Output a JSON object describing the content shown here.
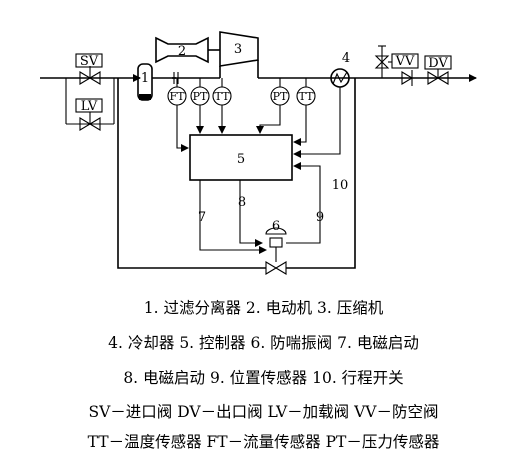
{
  "diagram": {
    "numbers": {
      "n1": "1",
      "n2": "2",
      "n3": "3",
      "n4": "4",
      "n5": "5",
      "n6": "6",
      "n7": "7",
      "n8": "8",
      "n9": "9",
      "n10": "10"
    },
    "valves": {
      "sv": "SV",
      "lv": "LV",
      "vv": "VV",
      "dv": "DV"
    },
    "sensors": {
      "ft": "FT",
      "pt1": "PT",
      "tt1": "TT",
      "pt2": "PT",
      "tt2": "TT"
    }
  },
  "legend": {
    "line1": "1. 过滤分离器   2. 电动机   3. 压缩机",
    "line2": "4. 冷却器   5. 控制器   6. 防喘振阀   7. 电磁启动",
    "line3": "8. 电磁启动   9. 位置传感器   10. 行程开关",
    "line4": "SV－进口阀   DV－出口阀   LV－加载阀   VV－防空阀",
    "line5": "TT－温度传感器   FT－流量传感器   PT－压力传感器"
  }
}
